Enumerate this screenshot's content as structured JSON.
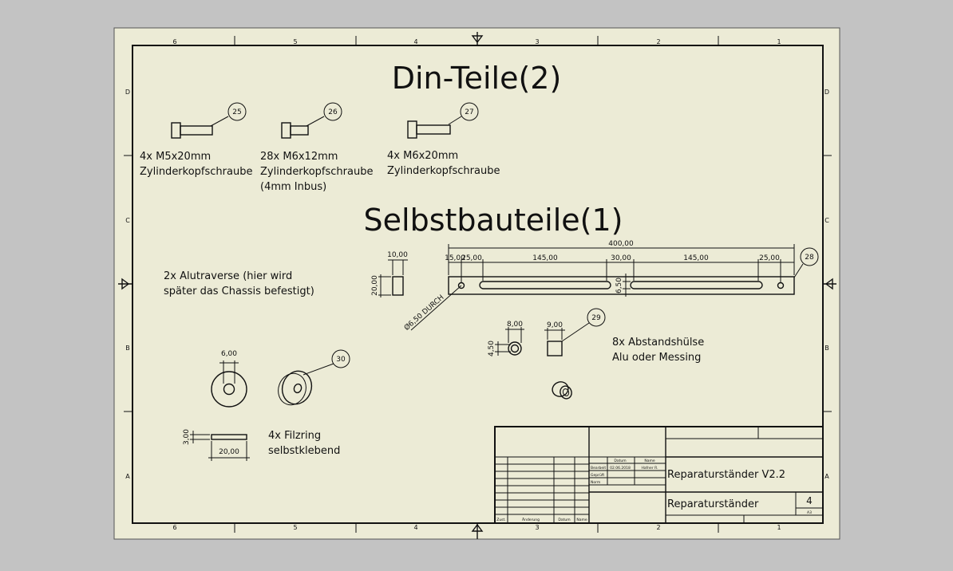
{
  "sheet": {
    "zones_top": [
      "6",
      "5",
      "4",
      "3",
      "2",
      "1"
    ],
    "zones_left": [
      "D",
      "C",
      "B",
      "A"
    ]
  },
  "headings": {
    "din": "Din-Teile(2)",
    "self": "Selbstbauteile(1)"
  },
  "din_parts": [
    {
      "balloon": "25",
      "qty": "4x M5x20mm",
      "desc": "Zylinderkopfschraube",
      "extra": ""
    },
    {
      "balloon": "26",
      "qty": "28x M6x12mm",
      "desc": "Zylinderkopfschraube",
      "extra": "(4mm Inbus)"
    },
    {
      "balloon": "27",
      "qty": "4x M6x20mm",
      "desc": "Zylinderkopfschraube",
      "extra": ""
    }
  ],
  "traverse": {
    "note_line1": "2x Alutraverse (hier wird",
    "note_line2": "später das Chassis befestigt)",
    "balloon": "28",
    "dims": {
      "overall": "400,00",
      "d15": "15,00",
      "d25a": "25,00",
      "d145a": "145,00",
      "d30": "30,00",
      "d145b": "145,00",
      "d25b": "25,00",
      "height": "6,50",
      "side_w": "10,00",
      "side_h": "20,00",
      "hole": "Ø6,50 DURCH"
    }
  },
  "spacer": {
    "balloon": "29",
    "note_line1": "8x Abstandshülse",
    "note_line2": "Alu oder Messing",
    "dims": {
      "d8": "8,00",
      "d9": "9,00",
      "d45": "4,50"
    }
  },
  "felt_ring": {
    "balloon": "30",
    "note_line1": "4x Filzring",
    "note_line2": "selbstklebend",
    "dims": {
      "inner": "6,00",
      "thick": "3,00",
      "outer": "20,00"
    }
  },
  "title_block": {
    "col_datum": "Datum",
    "col_name": "Name",
    "row_bearb": "Bearbeit",
    "row_gepr": "Geprüft",
    "row_norm": "Norm",
    "date": "02.06.2018",
    "author": "Hafner R.",
    "title": "Reparaturständer V2.2",
    "subtitle": "Reparaturständer",
    "sheet_no": "4",
    "format": "A3",
    "foot_zust": "Zust.",
    "foot_aend": "Änderung",
    "foot_datum": "Datum",
    "foot_name": "Name"
  }
}
